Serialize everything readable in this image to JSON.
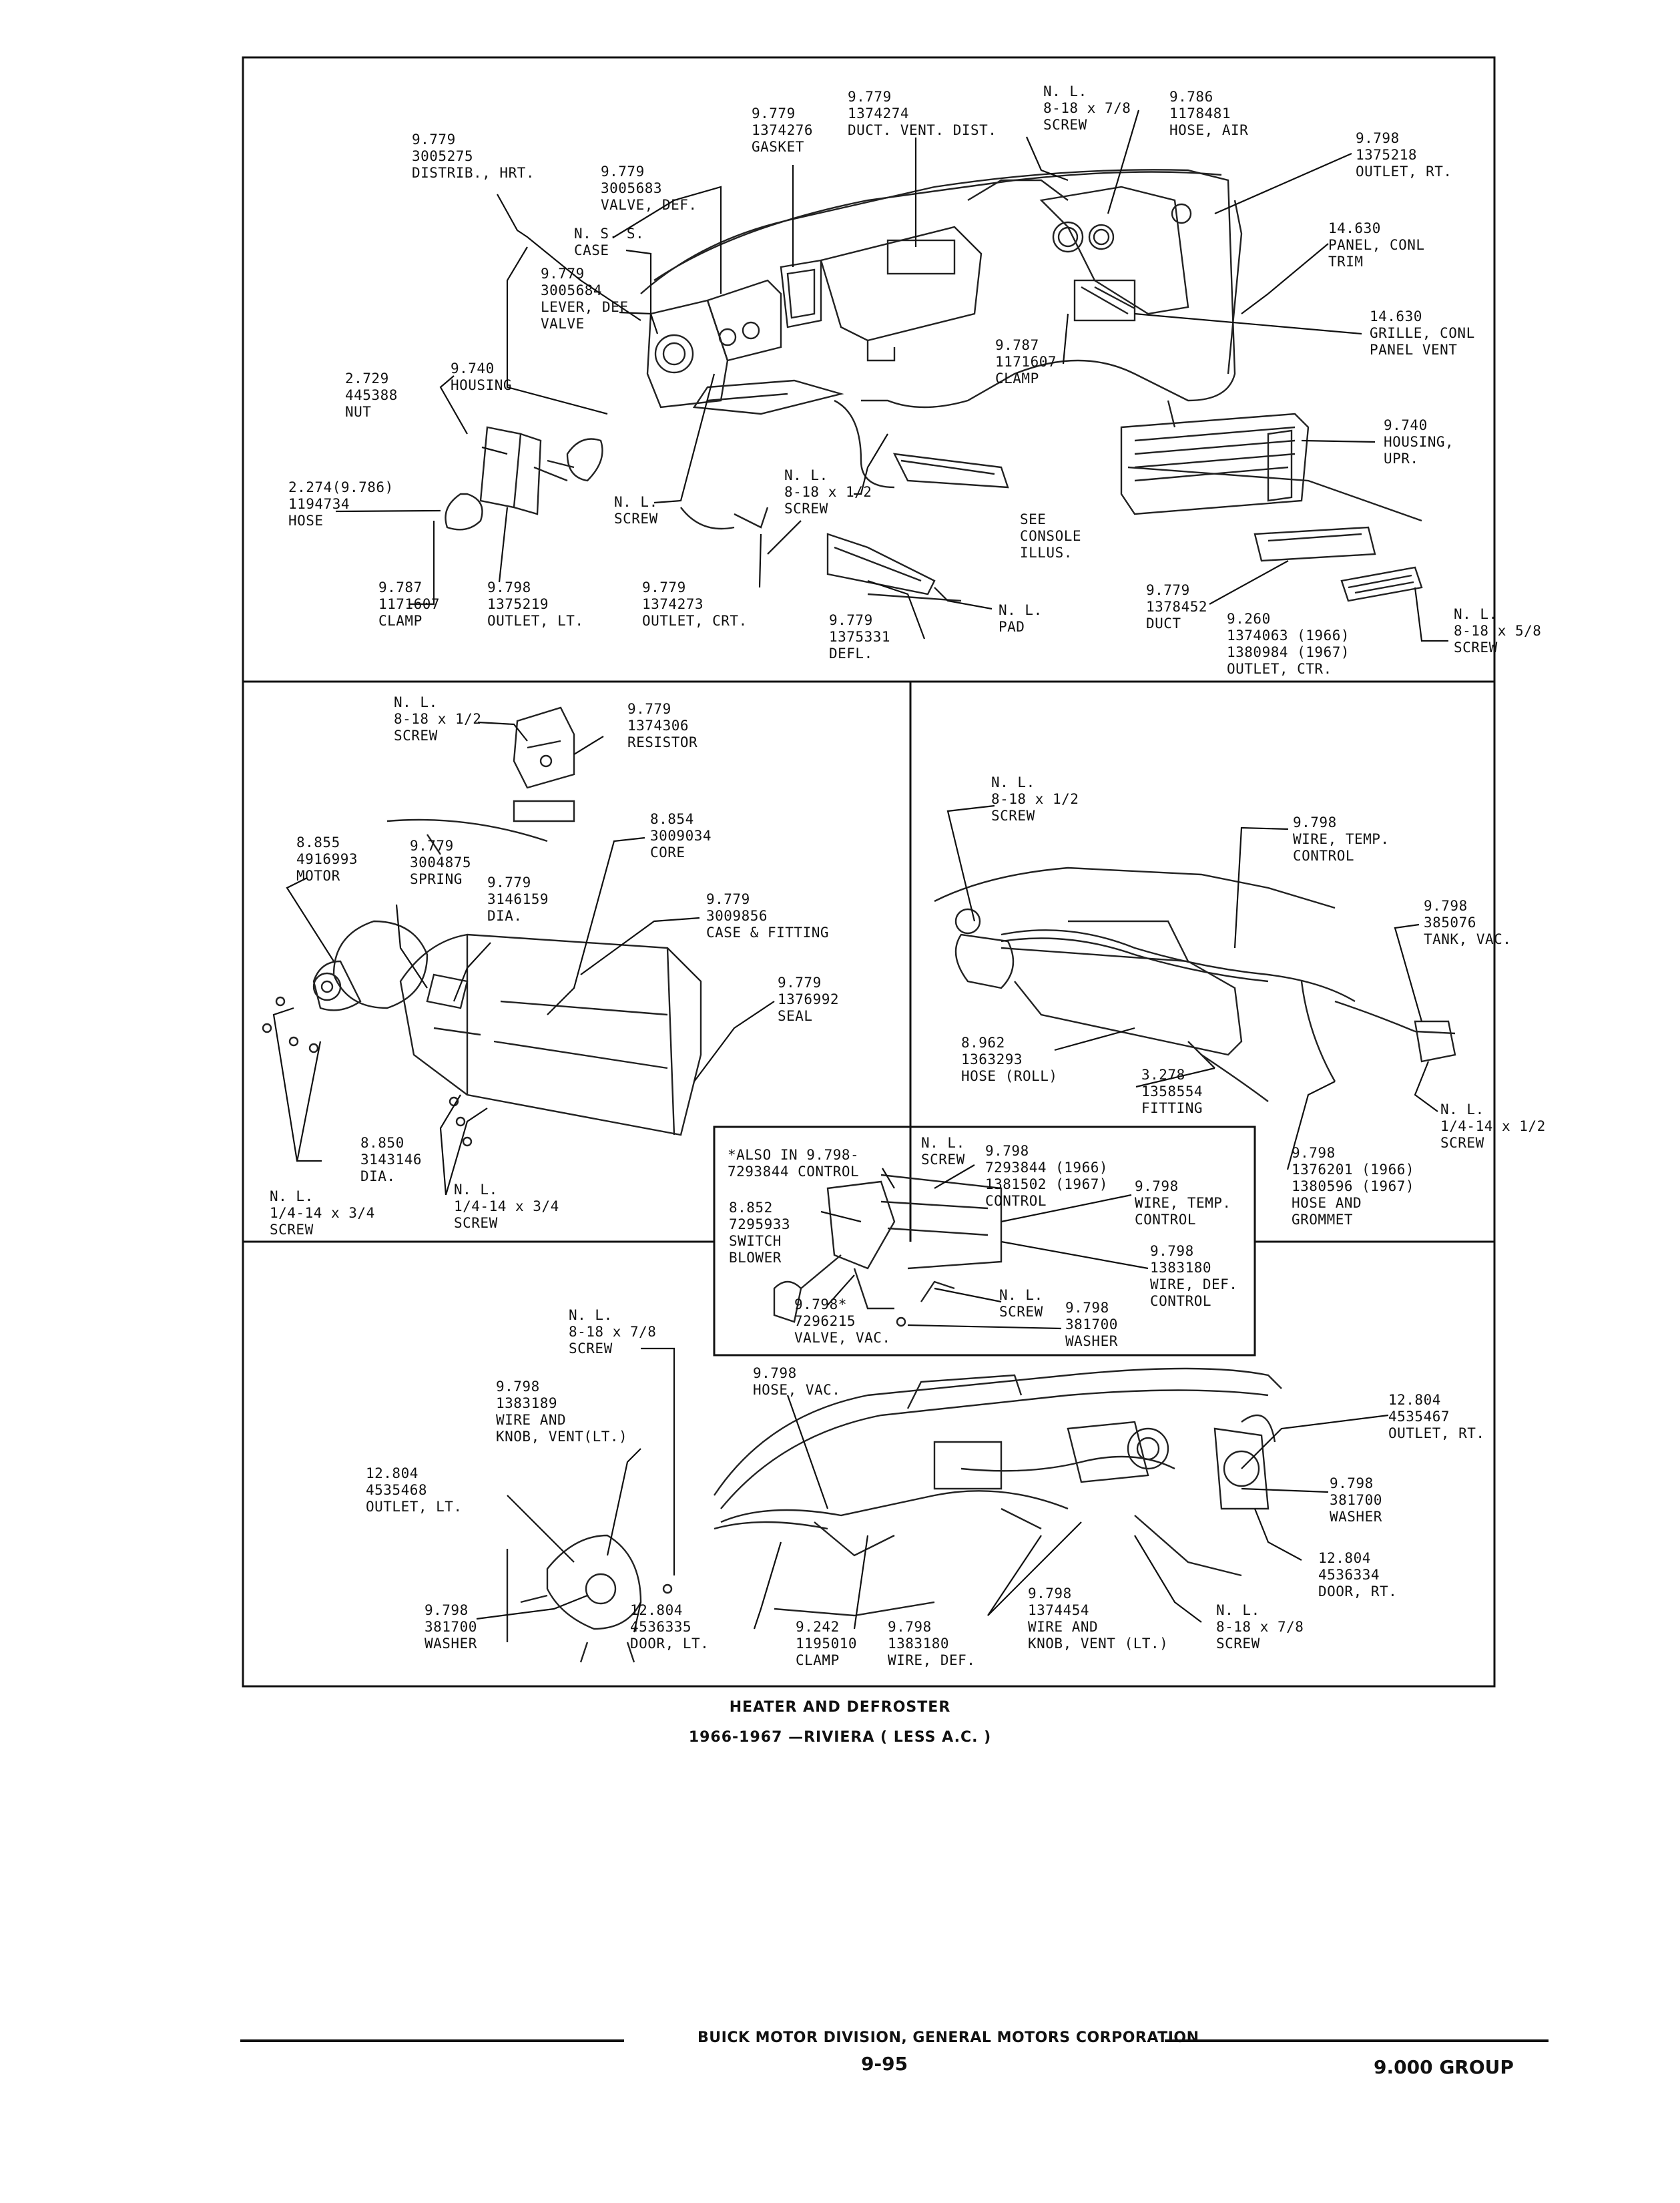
{
  "caption": {
    "title": "HEATER AND DEFROSTER",
    "subtitle": "1966-1967 —RIVIERA ( LESS A.C. )"
  },
  "footer": {
    "corporation": "BUICK MOTOR DIVISION, GENERAL MOTORS CORPORATION",
    "page_number": "9-95",
    "group": "9.000 GROUP"
  },
  "panels": {
    "upper": [
      {
        "id": "distrib-hrt",
        "text": "9.779\n3005275\nDISTRIB., HRT."
      },
      {
        "id": "valve-def",
        "text": "9.779\n3005683\nVALVE, DEF."
      },
      {
        "id": "case-nss",
        "text": "N. S. S.\nCASE"
      },
      {
        "id": "lever-def-valve",
        "text": "9.779\n3005684\nLEVER, DEF\nVALVE"
      },
      {
        "id": "gasket",
        "text": "9.779\n1374276\nGASKET"
      },
      {
        "id": "duct-vent-dist",
        "text": "9.779\n1374274\nDUCT. VENT. DIST."
      },
      {
        "id": "screw-top",
        "text": "N. L.\n8-18 x 7/8\nSCREW"
      },
      {
        "id": "hose-air",
        "text": "9.786\n1178481\nHOSE, AIR"
      },
      {
        "id": "outlet-rt",
        "text": "9.798\n1375218\nOUTLET, RT."
      },
      {
        "id": "panel-conl-trim",
        "text": "14.630\nPANEL, CONL\nTRIM"
      },
      {
        "id": "grille-conl",
        "text": "14.630\nGRILLE, CONL\nPANEL VENT"
      },
      {
        "id": "clamp-mid",
        "text": "9.787\n1171607\nCLAMP"
      },
      {
        "id": "housing",
        "text": "9.740\nHOUSING"
      },
      {
        "id": "nut",
        "text": "2.729\n445388\nNUT"
      },
      {
        "id": "hose-left",
        "text": "2.274(9.786)\n1194734\nHOSE"
      },
      {
        "id": "screw-nl",
        "text": "N. L.\nSCREW"
      },
      {
        "id": "screw-half",
        "text": "N. L.\n8-18 x 1/2\nSCREW"
      },
      {
        "id": "see-console",
        "text": "SEE\nCONSOLE\nILLUS."
      },
      {
        "id": "housing-upr",
        "text": "9.740\nHOUSING,\nUPR."
      },
      {
        "id": "clamp-left",
        "text": "9.787\n1171607\nCLAMP"
      },
      {
        "id": "outlet-lt",
        "text": "9.798\n1375219\nOUTLET, LT."
      },
      {
        "id": "outlet-crt",
        "text": "9.779\n1374273\nOUTLET, CRT."
      },
      {
        "id": "defl",
        "text": "9.779\n1375331\nDEFL."
      },
      {
        "id": "pad",
        "text": "N. L.\nPAD"
      },
      {
        "id": "duct-right",
        "text": "9.779\n1378452\nDUCT"
      },
      {
        "id": "outlet-ctr",
        "text": "9.260\n1374063 (1966)\n1380984 (1967)\nOUTLET, CTR."
      },
      {
        "id": "screw-58",
        "text": "N. L.\n8-18 x 5/8\nSCREW"
      }
    ],
    "middle_left": [
      {
        "id": "screw-resistor",
        "text": "N. L.\n8-18 x 1/2\nSCREW"
      },
      {
        "id": "resistor",
        "text": "9.779\n1374306\nRESISTOR"
      },
      {
        "id": "motor",
        "text": "8.855\n4916993\nMOTOR"
      },
      {
        "id": "spring",
        "text": "9.779\n3004875\nSPRING"
      },
      {
        "id": "dia-1",
        "text": "9.779\n3146159\nDIA."
      },
      {
        "id": "core",
        "text": "8.854\n3009034\nCORE"
      },
      {
        "id": "case-fitting",
        "text": "9.779\n3009856\nCASE & FITTING"
      },
      {
        "id": "seal",
        "text": "9.779\n1376992\nSEAL"
      },
      {
        "id": "dia-2",
        "text": "8.850\n3143146\nDIA."
      },
      {
        "id": "screw-14-a",
        "text": "N. L.\n1/4-14 x 3/4\nSCREW"
      },
      {
        "id": "screw-14-b",
        "text": "N. L.\n1/4-14 x 3/4\nSCREW"
      }
    ],
    "middle_right": [
      {
        "id": "screw-mr",
        "text": "N. L.\n8-18 x 1/2\nSCREW"
      },
      {
        "id": "wire-temp",
        "text": "9.798\nWIRE, TEMP.\nCONTROL"
      },
      {
        "id": "tank-vac",
        "text": "9.798\n385076\nTANK, VAC."
      },
      {
        "id": "hose-roll",
        "text": "8.962\n1363293\nHOSE (ROLL)"
      },
      {
        "id": "fitting",
        "text": "3.278\n1358554\nFITTING"
      },
      {
        "id": "screw-mr-14",
        "text": "N. L.\n1/4-14 x 1/2\nSCREW"
      },
      {
        "id": "hose-grommet",
        "text": "9.798\n1376201 (1966)\n1380596 (1967)\nHOSE AND\nGROMMET"
      }
    ],
    "inset": [
      {
        "id": "also-in",
        "text": "*ALSO IN 9.798-\n7293844 CONTROL"
      },
      {
        "id": "screw-inset",
        "text": "N. L.\nSCREW"
      },
      {
        "id": "control-inset",
        "text": "9.798\n7293844 (1966)\n1381502 (1967)\nCONTROL"
      },
      {
        "id": "wire-temp-inset",
        "text": "9.798\nWIRE, TEMP.\nCONTROL"
      },
      {
        "id": "switch-blower",
        "text": "8.852\n7295933\nSWITCH\nBLOWER"
      },
      {
        "id": "wire-def-control",
        "text": "9.798\n1383180\nWIRE, DEF.\nCONTROL"
      },
      {
        "id": "valve-vac",
        "text": "9.798*\n7296215\nVALVE, VAC."
      },
      {
        "id": "screw-inset-2",
        "text": "N. L.\nSCREW"
      },
      {
        "id": "washer-inset",
        "text": "9.798\n381700\nWASHER"
      }
    ],
    "lower": [
      {
        "id": "screw-lower-78",
        "text": "N. L.\n8-18 x 7/8\nSCREW"
      },
      {
        "id": "hose-vac",
        "text": "9.798\nHOSE, VAC."
      },
      {
        "id": "wire-knob-lt",
        "text": "9.798\n1383189\nWIRE AND\nKNOB, VENT(LT.)"
      },
      {
        "id": "outlet-lt-lower",
        "text": "12.804\n4535468\nOUTLET, LT."
      },
      {
        "id": "outlet-rt-lower",
        "text": "12.804\n4535467\nOUTLET, RT."
      },
      {
        "id": "washer-right",
        "text": "9.798\n381700\nWASHER"
      },
      {
        "id": "door-rt",
        "text": "12.804\n4536334\nDOOR, RT."
      },
      {
        "id": "washer-left",
        "text": "9.798\n381700\nWASHER"
      },
      {
        "id": "door-lt",
        "text": "12.804\n4536335\nDOOR, LT."
      },
      {
        "id": "clamp-lower",
        "text": "9.242\n1195010\nCLAMP"
      },
      {
        "id": "wire-def",
        "text": "9.798\n1383180\nWIRE, DEF."
      },
      {
        "id": "wire-knob-vent",
        "text": "9.798\n1374454\nWIRE AND\nKNOB, VENT (LT.)"
      },
      {
        "id": "screw-lower-rt",
        "text": "N. L.\n8-18 x 7/8\nSCREW"
      }
    ]
  }
}
